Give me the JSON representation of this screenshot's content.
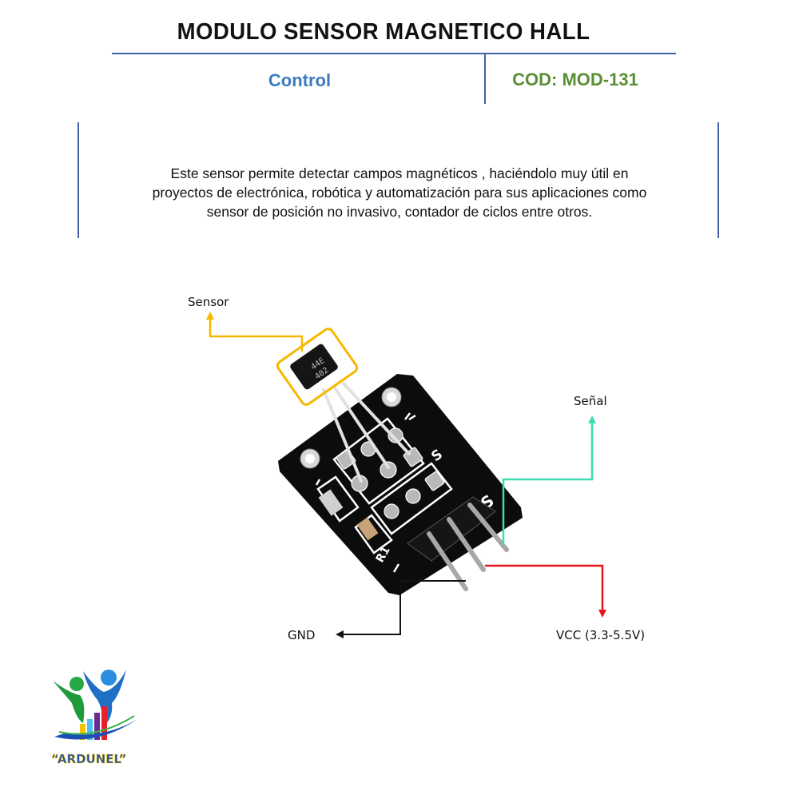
{
  "header": {
    "title": "MODULO SENSOR MAGNETICO HALL",
    "category": "Control",
    "code": "COD: MOD-131"
  },
  "description": {
    "lines": [
      "Este sensor permite detectar campos magnéticos , haciéndolo muy útil en",
      "proyectos de electrónica, robótica y automatización para sus aplicaciones como",
      "sensor de posición no invasivo, contador de ciclos entre otros."
    ]
  },
  "diagram": {
    "labels": {
      "sensor": "Sensor",
      "signal": "Señal",
      "gnd": "GND",
      "vcc": "VCC (3.3-5.5V)"
    },
    "chip_marking": [
      "44E",
      "402"
    ],
    "board_markings": {
      "s_top": "S",
      "s_header": "S",
      "minus_top": "-",
      "minus_bottom": "-",
      "r1": "R1"
    },
    "colors": {
      "sensor_line": "#f5b800",
      "signal_line": "#3fdcb4",
      "vcc_line": "#e8161a",
      "gnd_line": "#111111"
    }
  },
  "logo": {
    "text": "“ARDUNEL”"
  }
}
